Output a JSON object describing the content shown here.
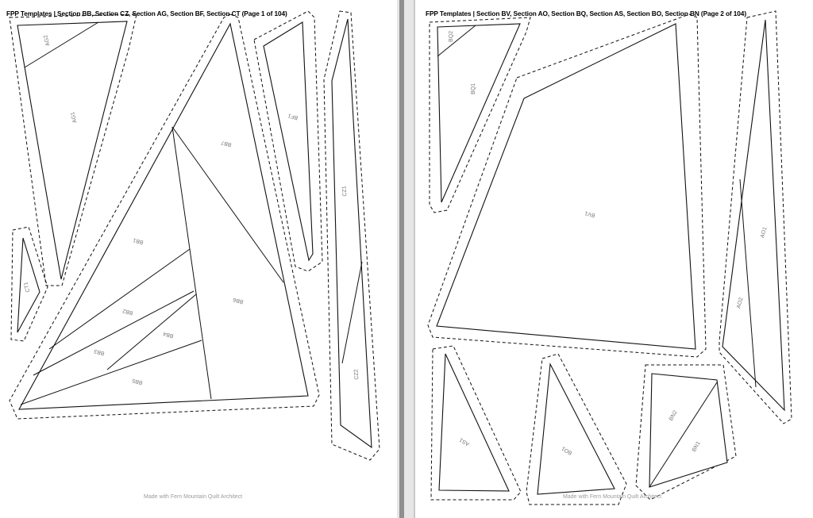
{
  "pages": [
    {
      "title": "FPP Templates | Section BB, Section CZ, Section AG, Section BF, Section CT (Page 1 of 104)",
      "footer": "Made with Fern Mountain Quilt Architect",
      "labels": {
        "ag2": "AG2",
        "ag1": "AG1",
        "ct1": "CT1",
        "bb1": "BB1",
        "bb2": "BB2",
        "bb3": "BB3",
        "bb4": "BB4",
        "bb5": "BB5",
        "bb6": "BB6",
        "bb7": "BB7",
        "bf1": "BF1",
        "cz1": "CZ1",
        "cz2": "CZ2"
      }
    },
    {
      "title": "FPP Templates | Section BV, Section AO, Section BQ, Section AS, Section BO, Section BN (Page 2 of 104)",
      "footer": "Made with Fern Mountain Quilt Architect",
      "labels": {
        "bq2": "BQ2",
        "bq1": "BQ1",
        "bv1": "BV1",
        "ao1": "AO1",
        "ao2": "AO2",
        "as1": "AS1",
        "bo1": "BO1",
        "bn2": "BN2",
        "bn1": "BN1"
      }
    }
  ],
  "colors": {
    "line": "#111111",
    "label": "#777777",
    "gutter": "#8f8f8f",
    "footer": "#9a9a9a"
  }
}
